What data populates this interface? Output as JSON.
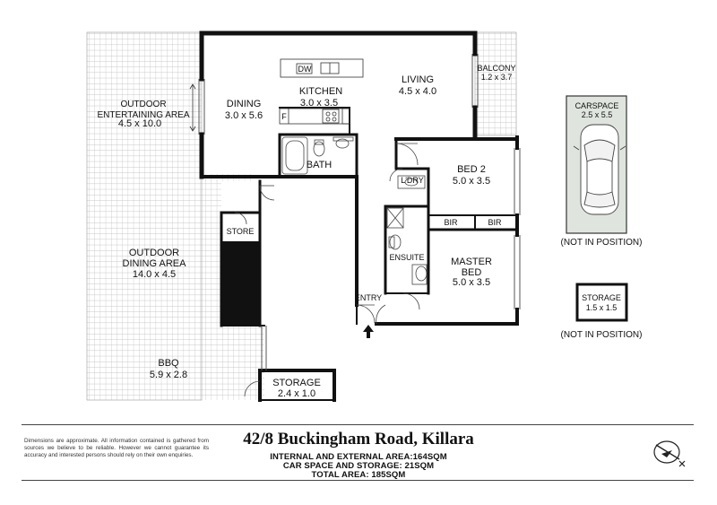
{
  "rooms": {
    "outdoor_entertaining": {
      "name": "OUTDOOR\nENTERTAINING AREA",
      "size": "4.5 x 10.0"
    },
    "dining": {
      "name": "DINING",
      "size": "3.0 x 5.6"
    },
    "kitchen": {
      "name": "KITCHEN",
      "size": "3.0 x 3.5"
    },
    "living": {
      "name": "LIVING",
      "size": "4.5 x 4.0"
    },
    "balcony": {
      "name": "BALCONY",
      "size": "1.2 x 3.7"
    },
    "bath": {
      "name": "BATH"
    },
    "laundry": {
      "name": "L'DRY"
    },
    "bed2": {
      "name": "BED 2",
      "size": "5.0 x 3.5"
    },
    "bir_left": {
      "name": "BIR"
    },
    "bir_right": {
      "name": "BIR"
    },
    "ensuite": {
      "name": "ENSUITE"
    },
    "master_bed": {
      "name": "MASTER\nBED",
      "size": "5.0 x 3.5"
    },
    "entry": {
      "name": "ENTRY"
    },
    "store": {
      "name": "STORE"
    },
    "outdoor_dining": {
      "name": "OUTDOOR\nDINING AREA",
      "size": "14.0 x 4.5"
    },
    "bbq": {
      "name": "BBQ",
      "size": "5.9 x 2.8"
    },
    "storage_main": {
      "name": "STORAGE",
      "size": "2.4 x 1.0"
    },
    "carspace": {
      "name": "CARSPACE",
      "size": "2.5 x 5.5"
    },
    "storage_detached": {
      "name": "STORAGE",
      "size": "1.5 x 1.5"
    }
  },
  "fixtures": {
    "dishwasher": "DW",
    "fridge": "F"
  },
  "notes": {
    "carspace_position": "(NOT IN POSITION)",
    "storage_position": "(NOT IN POSITION)"
  },
  "footer": {
    "disclaimer": "Dimensions are approximate. All information contained is gathered from sources we believe to be reliable. However we cannot guarantee its accuracy and interested persons should rely on their own enquiries.",
    "address": "42/8 Buckingham Road, Killara",
    "internal_external_area": "INTERNAL AND EXTERNAL AREA:164SQM",
    "car_storage_area": "CAR SPACE AND STORAGE: 21SQM",
    "total_area": "TOTAL AREA: 185SQM"
  },
  "colors": {
    "wall": "#111111",
    "grid": "#b8b8b8",
    "carspace_fill": "#dfe5de",
    "fixture": "#777777"
  },
  "icons": [
    "compass-icon",
    "car-icon",
    "entry-arrow-icon"
  ]
}
